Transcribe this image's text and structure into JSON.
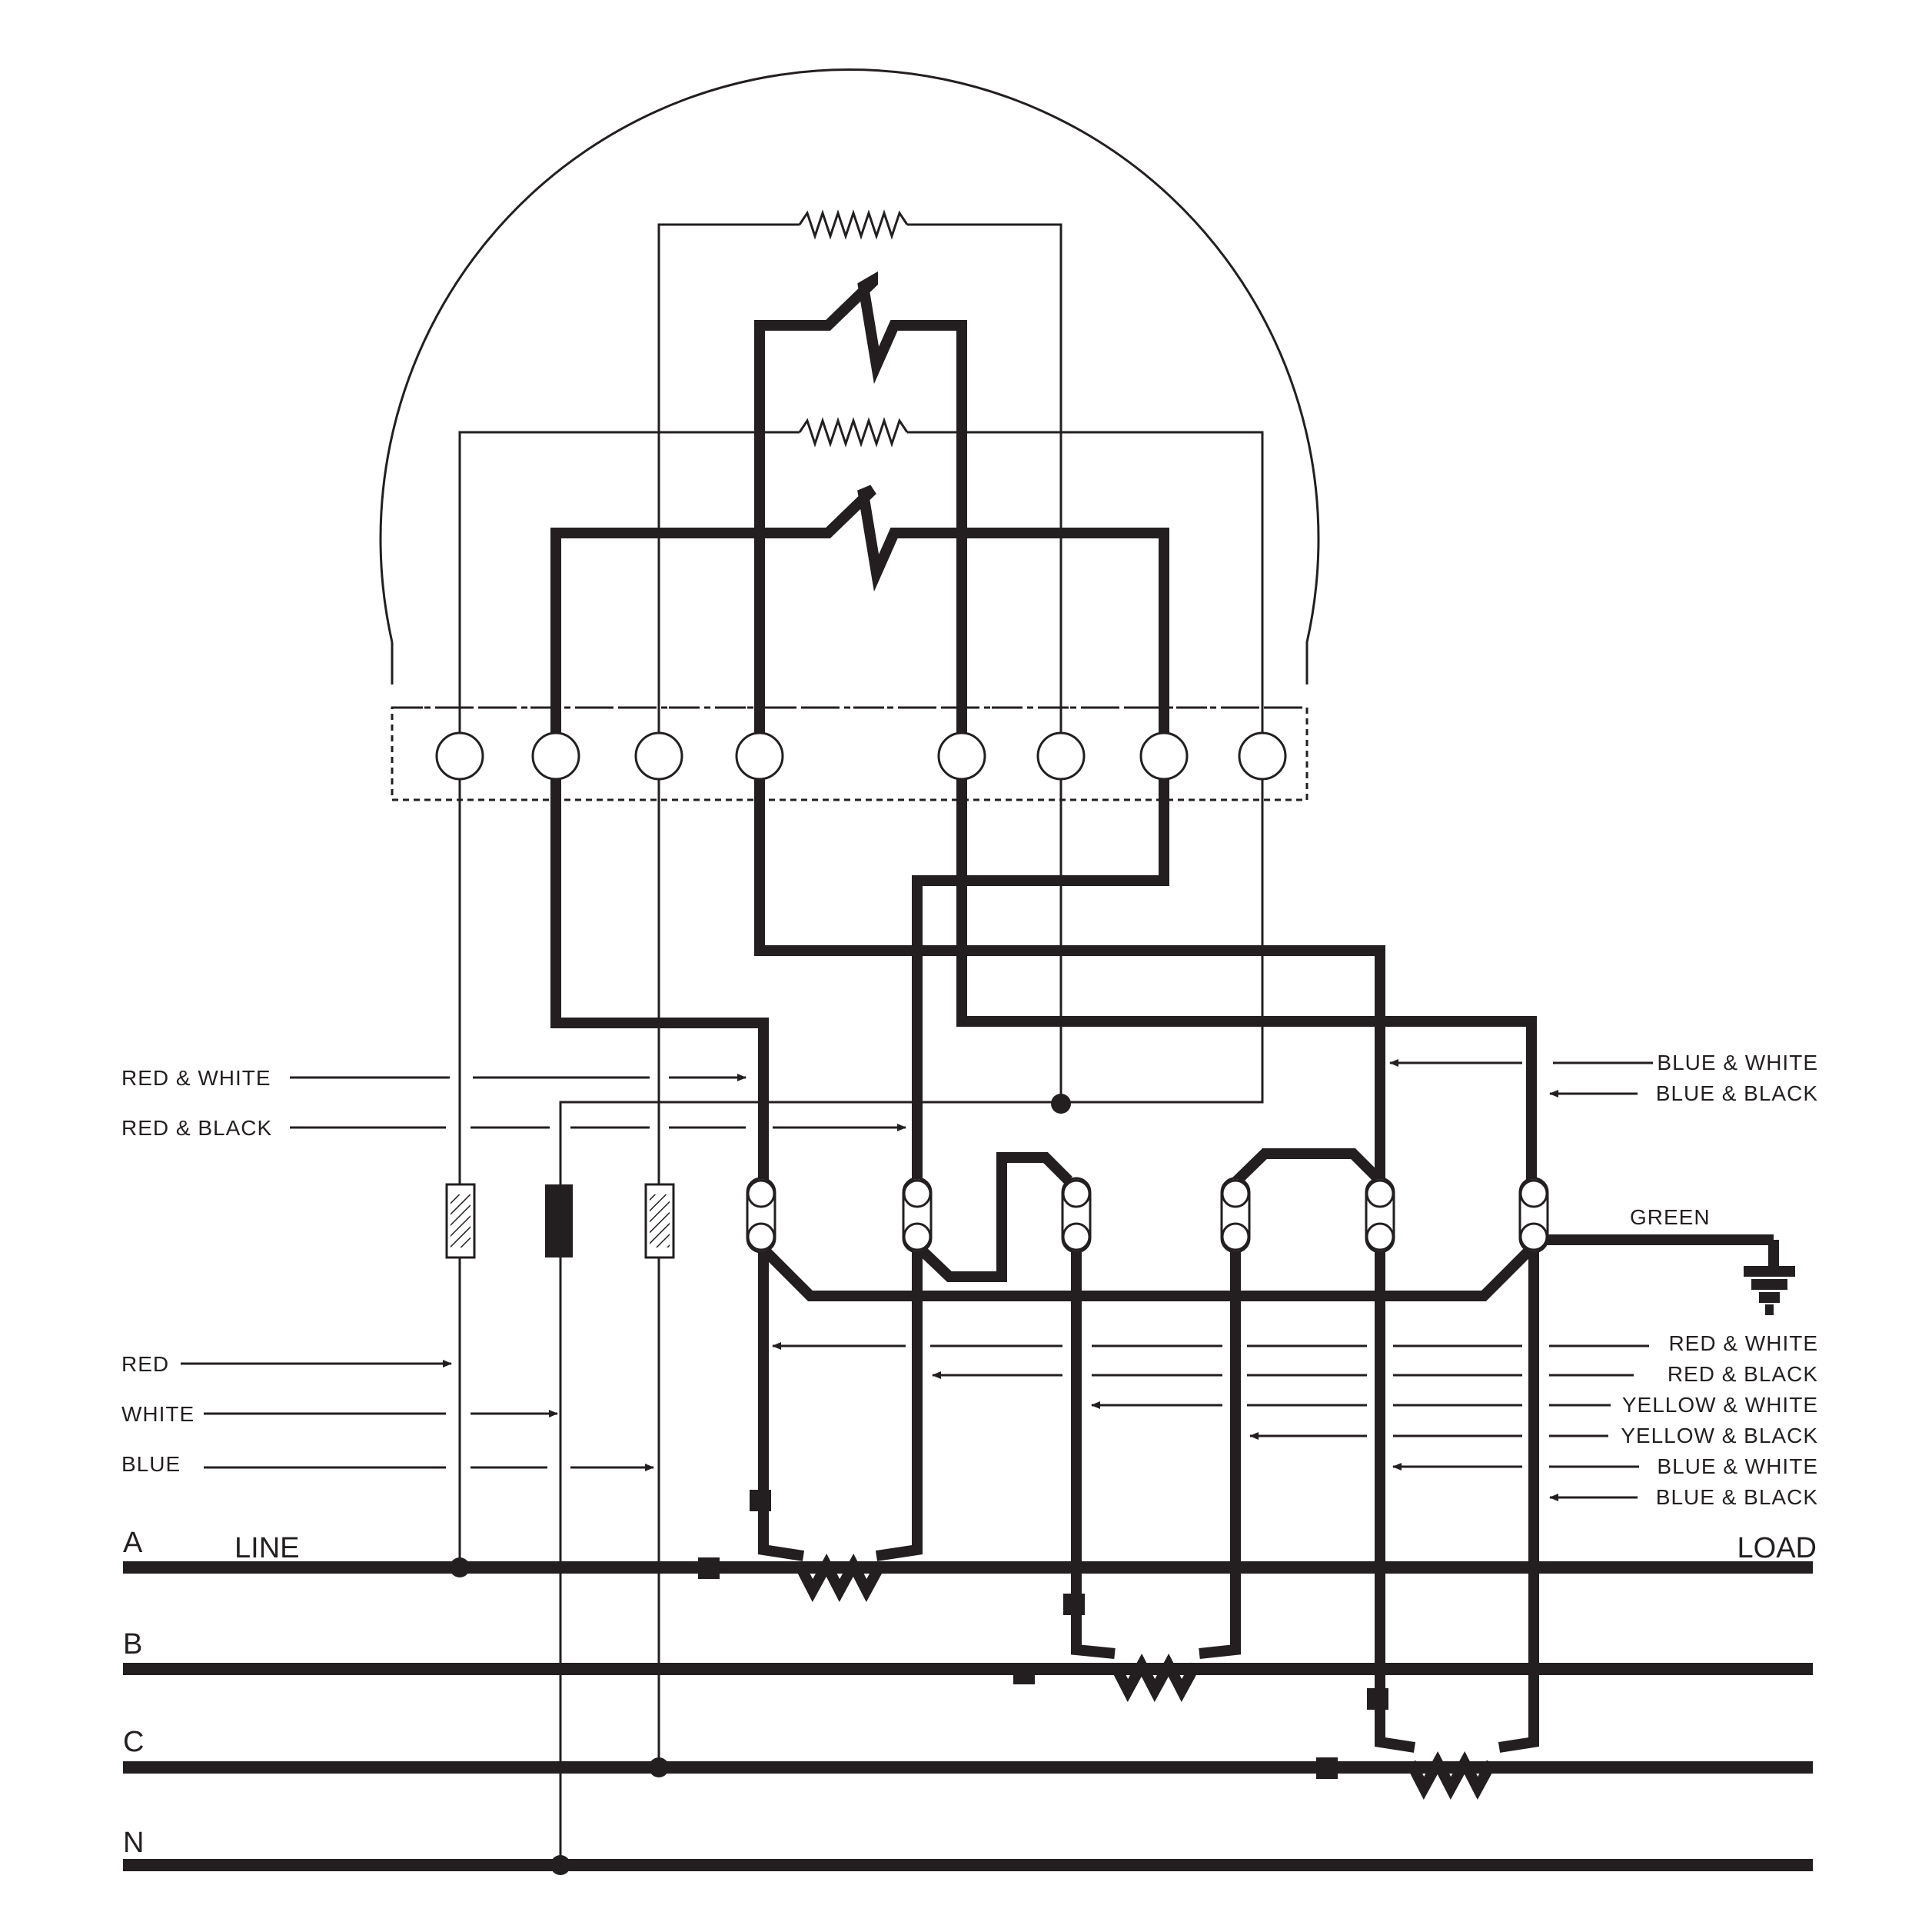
{
  "meter_labels": {
    "left_top": [
      "RED & WHITE",
      "RED & BLACK"
    ],
    "right_top": [
      "BLUE & WHITE",
      "BLUE & BLACK"
    ],
    "left_mid": [
      "RED",
      "WHITE",
      "BLUE"
    ],
    "right_mid": [
      "RED & WHITE",
      "RED & BLACK",
      "YELLOW & WHITE",
      "YELLOW & BLACK",
      "BLUE & WHITE",
      "BLUE & BLACK"
    ],
    "ground": "GREEN"
  },
  "lines": {
    "phase_a": "A",
    "phase_b": "B",
    "phase_c": "C",
    "neutral": "N",
    "line": "LINE",
    "load": "LOAD"
  }
}
